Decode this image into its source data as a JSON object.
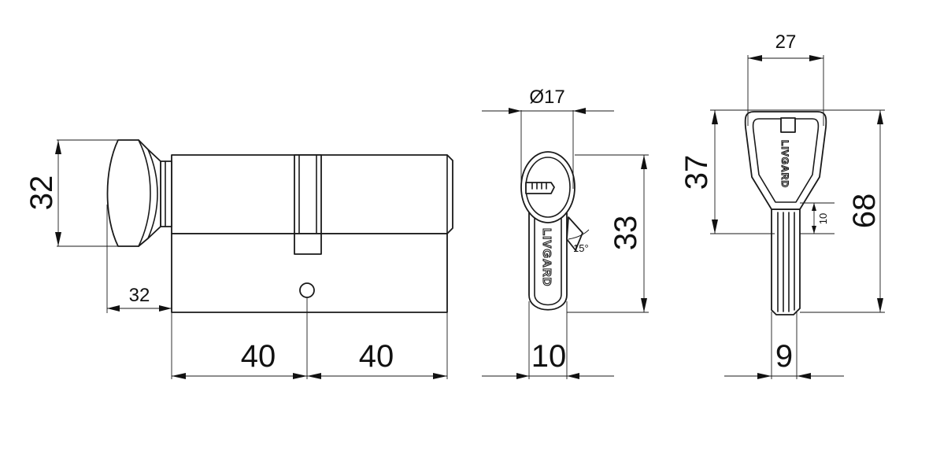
{
  "dimensions": {
    "side_knob_height": "32",
    "side_knob_length": "32",
    "side_left_length": "40",
    "side_right_length": "40",
    "front_diameter": "Ø17",
    "front_height": "33",
    "front_width": "10",
    "front_angle": "15°",
    "key_bow_width": "27",
    "key_bow_height": "37",
    "key_total_length": "68",
    "key_blade_width": "9",
    "key_blade_detail": "10"
  },
  "branding": {
    "cylinder_logo": "LIVGARD",
    "key_logo": "LIVGARD"
  }
}
